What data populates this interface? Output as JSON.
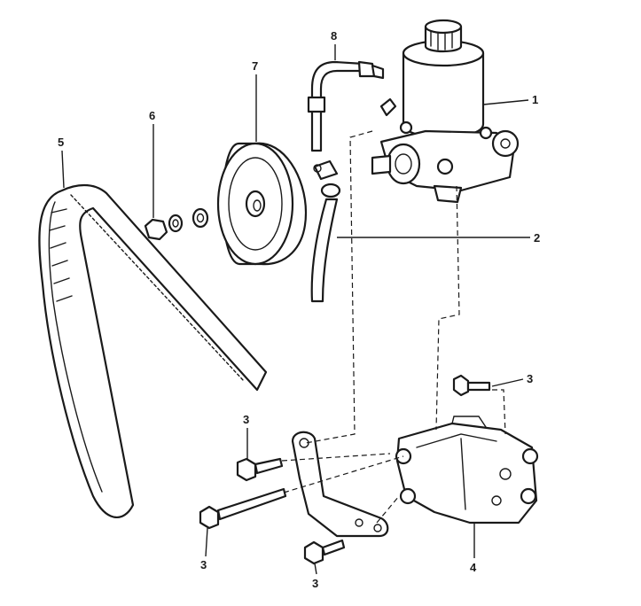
{
  "callouts": {
    "c1": "1",
    "c2": "2",
    "c3a": "3",
    "c3b": "3",
    "c3c": "3",
    "c3d": "3",
    "c4": "4",
    "c5": "5",
    "c6": "6",
    "c7": "7",
    "c8": "8"
  },
  "colors": {
    "ink": "#1a1a1a",
    "paper": "#ffffff"
  }
}
